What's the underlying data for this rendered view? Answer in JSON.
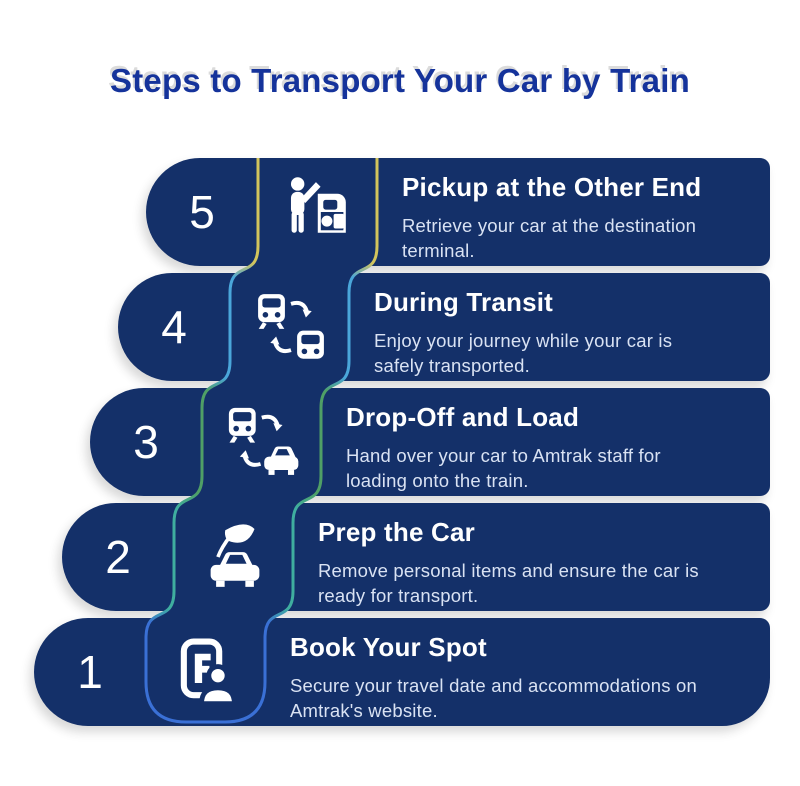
{
  "page_title": "Steps to Transport Your Car by Train",
  "colors": {
    "background": "#ffffff",
    "bar_navy": "#143069",
    "heading_blue": "#15339b",
    "title_text": "#ffffff",
    "description_text": "#d9e2f3",
    "accent_step5": "#d2c45c",
    "accent_step4": "#4aa6da",
    "accent_step3": "#4f9f66",
    "accent_step2": "#3fae9f",
    "accent_step1": "#3a70d6"
  },
  "steps": [
    {
      "number": "5",
      "title": "Pickup at the Other End",
      "description": "Retrieve your car at the destination\nterminal.",
      "icon": "person-vehicle-pickup-icon",
      "accent": "#d2c45c"
    },
    {
      "number": "4",
      "title": "During Transit",
      "description": "Enjoy your journey while your car is\nsafely transported.",
      "icon": "train-transfer-icon",
      "accent": "#4aa6da"
    },
    {
      "number": "3",
      "title": "Drop-Off and Load",
      "description": "Hand over your car to Amtrak staff for\nloading onto the train.",
      "icon": "train-car-swap-icon",
      "accent": "#4f9f66"
    },
    {
      "number": "2",
      "title": "Prep the Car",
      "description": "Remove personal items and ensure the car is\nready for transport.",
      "icon": "eco-car-icon",
      "accent": "#3fae9f"
    },
    {
      "number": "1",
      "title": "Book Your Spot",
      "description": "Secure your travel date and accommodations on\nAmtrak's website.",
      "icon": "booking-app-icon",
      "accent": "#3a70d6"
    }
  ]
}
